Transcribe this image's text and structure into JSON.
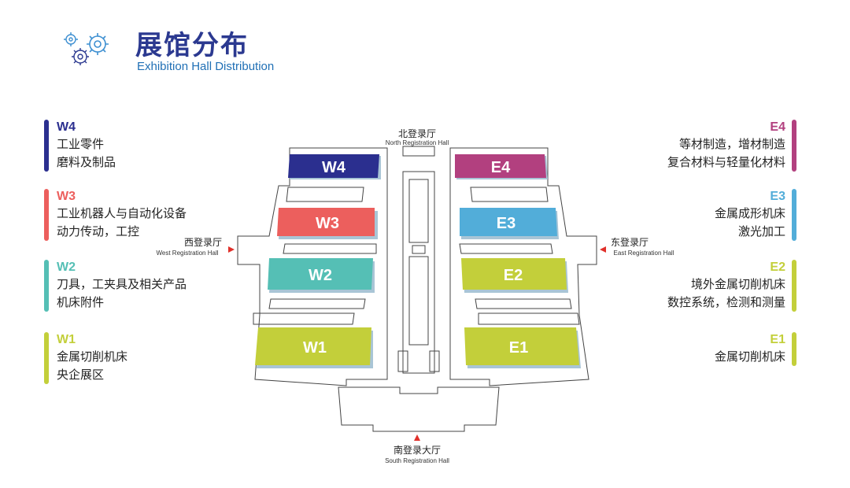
{
  "header": {
    "title": "展馆分布",
    "subtitle": "Exhibition Hall Distribution"
  },
  "colors": {
    "W4": "#2b2f8f",
    "W3": "#ec5f5d",
    "W2": "#55bfb5",
    "W1": "#c3cf3a",
    "E4": "#b2407f",
    "E3": "#52add9",
    "E2": "#c3cf3a",
    "E1": "#c3cf3a",
    "title": "#2b3990",
    "arrow": "#e0302a",
    "outline": "#444444"
  },
  "legend_left": [
    {
      "code": "W4",
      "lines": [
        "工业零件",
        "磨料及制品"
      ]
    },
    {
      "code": "W3",
      "lines": [
        "工业机器人与自动化设备",
        "动力传动，工控"
      ]
    },
    {
      "code": "W2",
      "lines": [
        "刀具，工夹具及相关产品",
        "机床附件"
      ]
    },
    {
      "code": "W1",
      "lines": [
        "金属切削机床",
        "央企展区"
      ]
    }
  ],
  "legend_right": [
    {
      "code": "E4",
      "lines": [
        "等材制造，增材制造",
        "复合材料与轻量化材料"
      ]
    },
    {
      "code": "E3",
      "lines": [
        "金属成形机床",
        "激光加工"
      ]
    },
    {
      "code": "E2",
      "lines": [
        "境外金属切削机床",
        "数控系统，检测和测量"
      ]
    },
    {
      "code": "E1",
      "lines": [
        "金属切削机床"
      ]
    }
  ],
  "map": {
    "north": {
      "cn": "北登录厅",
      "en": "North Registration Hall"
    },
    "west": {
      "cn": "西登录厅",
      "en": "West Registration Hall"
    },
    "east": {
      "cn": "东登录厅",
      "en": "East Registration Hall"
    },
    "south": {
      "cn": "南登录大厅",
      "en": "South Registration Hall"
    },
    "halls": [
      "W4",
      "W3",
      "W2",
      "W1",
      "E4",
      "E3",
      "E2",
      "E1"
    ]
  },
  "icons": [
    "gear-icon"
  ]
}
